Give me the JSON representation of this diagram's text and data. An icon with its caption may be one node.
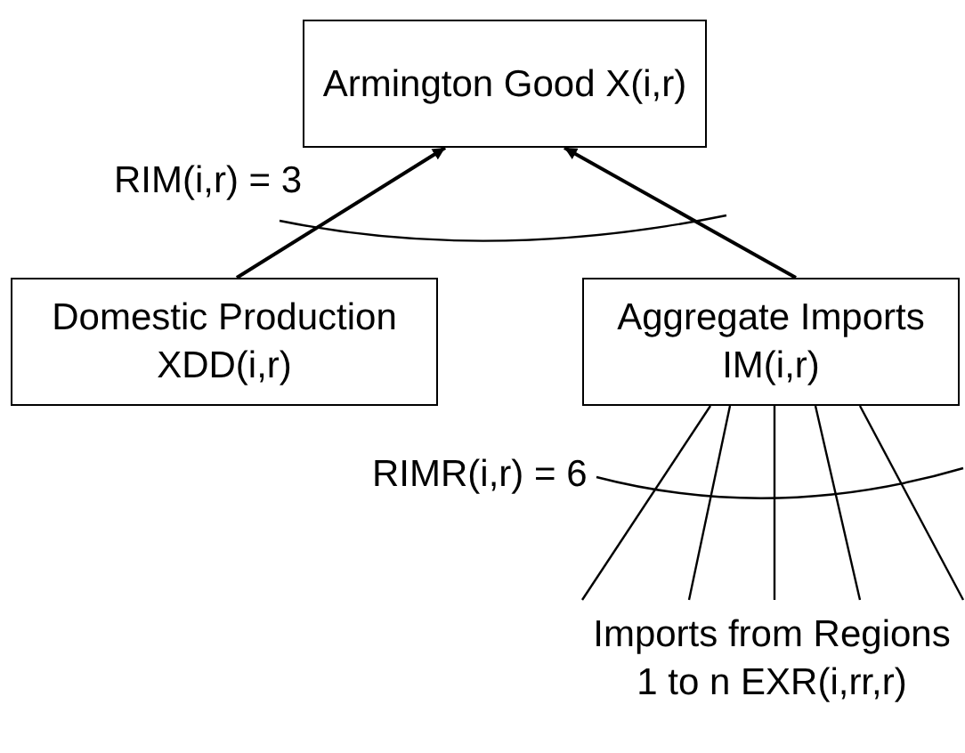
{
  "diagram": {
    "nodes": [
      {
        "text": [
          "Armington Good X(i,r)"
        ]
      },
      {
        "text": [
          "Domestic Production XDD(i,r)"
        ]
      },
      {
        "text": [
          "Aggregate Imports IM(i,r)"
        ]
      },
      {
        "text": [
          "Imports from Regions 1 to n EXR(i,rr,r)"
        ]
      }
    ],
    "edges": [
      {
        "from": 1,
        "to": 0,
        "arrow": "to"
      },
      {
        "from": 2,
        "to": 0,
        "arrow": "to"
      },
      {
        "from": 2,
        "to": 3,
        "arrow": "none"
      },
      {
        "from": 2,
        "to": 3,
        "arrow": "none"
      },
      {
        "from": 2,
        "to": 3,
        "arrow": "none"
      },
      {
        "from": 2,
        "to": 3,
        "arrow": "none"
      },
      {
        "from": 2,
        "to": 3,
        "arrow": "none"
      }
    ],
    "labels": [
      "RIM(i,r) = 3",
      "RIMR(i,r) = 6"
    ]
  }
}
